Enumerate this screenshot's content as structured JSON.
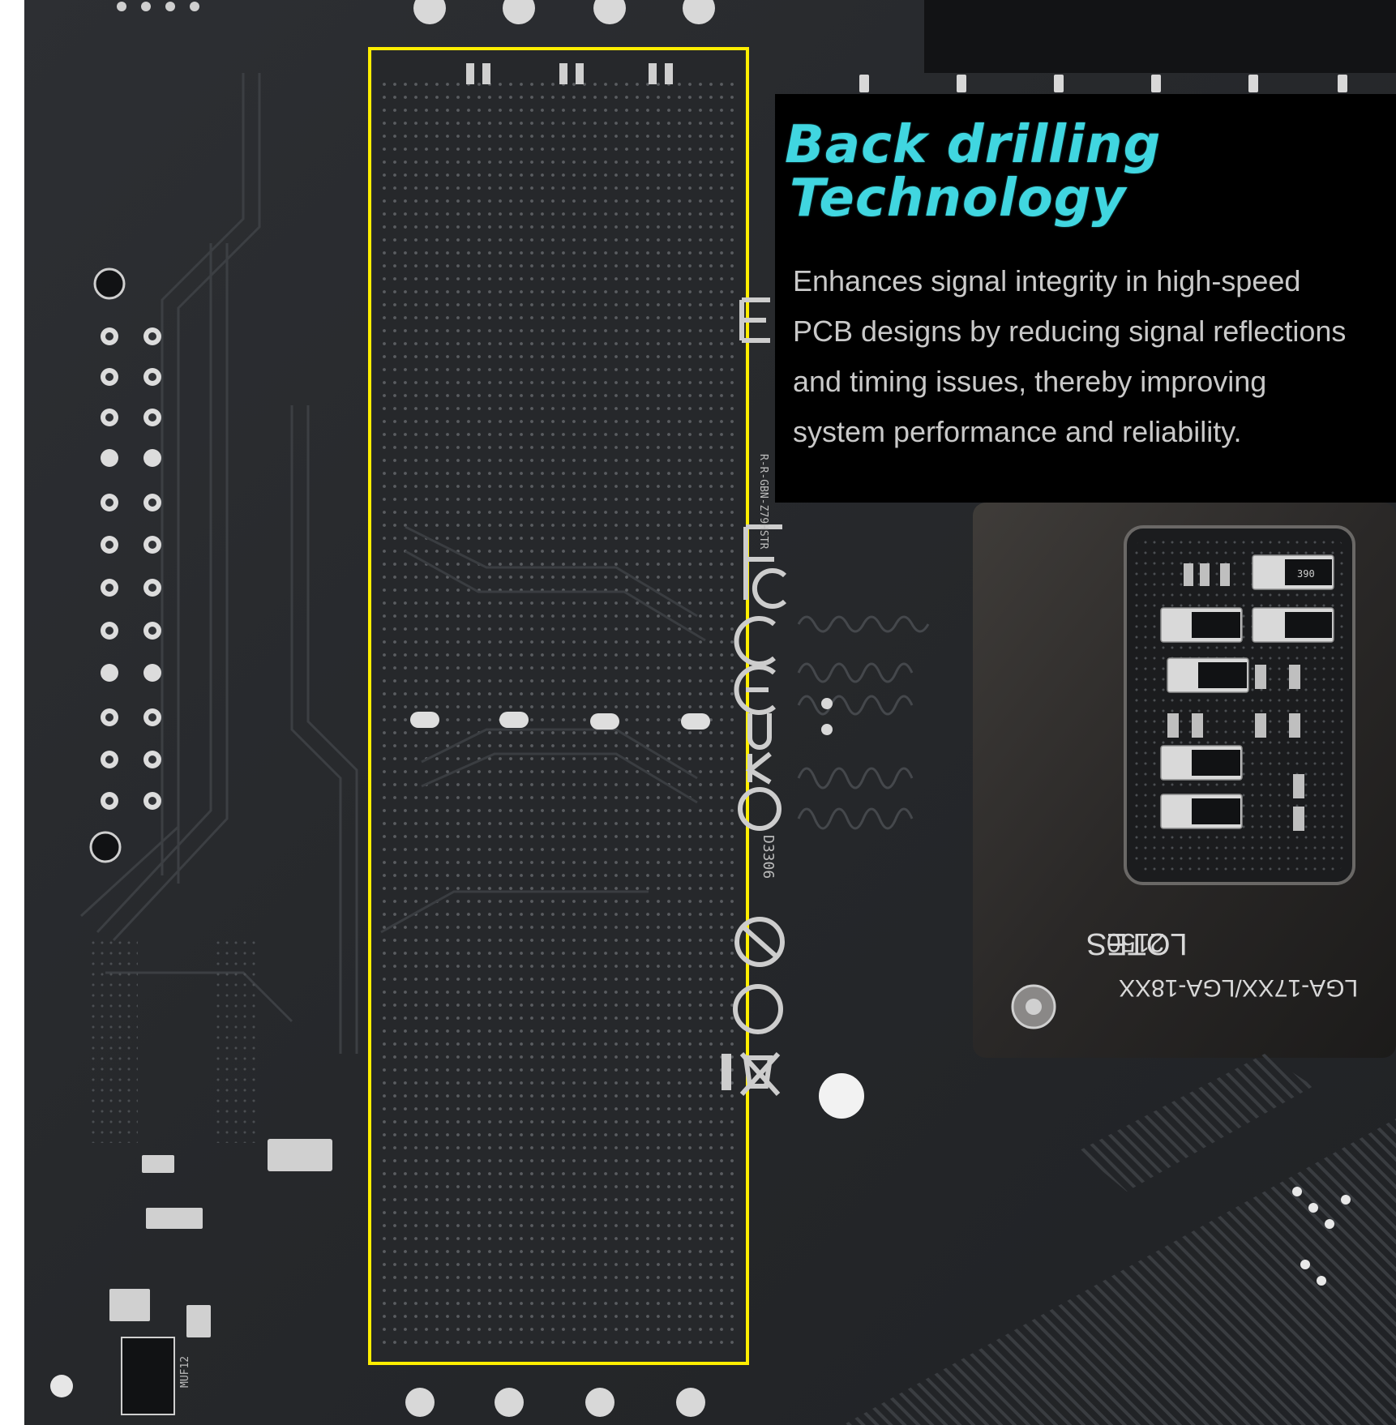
{
  "callout": {
    "title_line1": "Back drilling",
    "title_line2": "Technology",
    "body": "Enhances signal integrity in high-speed PCB designs by reducing signal reflections and timing issues, thereby improving system performance and reliability."
  },
  "board_markings": {
    "cert_code": "R-R-GBN-Z79HSTR",
    "part_code": "D3306",
    "socket_vendor": "LOTES",
    "socket_code": "2150",
    "socket_type": "LGA-17XX/LGA-18XX",
    "ic_label": "MUF12",
    "cap_label": "390"
  },
  "colors": {
    "title": "#40d6e0",
    "highlight_box": "#ffee00",
    "panel": "#000000",
    "body_text": "#c9c9c9"
  },
  "icons": [
    "eac-mark-icon",
    "fc-mark-icon",
    "ce-mark-icon",
    "ukca-mark-icon",
    "rohs-mark-icon",
    "pb-free-icon",
    "recycle-10-icon",
    "weee-bin-icon"
  ]
}
